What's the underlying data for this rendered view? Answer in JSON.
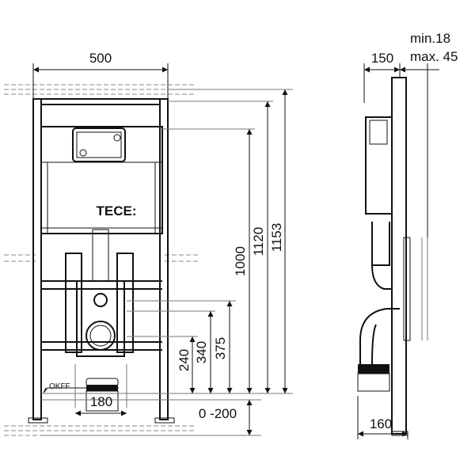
{
  "brand": "TECE:",
  "dimensions": {
    "width": "500",
    "depth": "150",
    "min": "min.18",
    "max": "max. 45",
    "h1000": "1000",
    "h1120": "1120",
    "h1153": "1153",
    "h375": "375",
    "h340": "340",
    "h240": "240",
    "adjust": "0 -200",
    "drain": "180",
    "foot_depth": "160"
  },
  "floor_label": "OKFF"
}
